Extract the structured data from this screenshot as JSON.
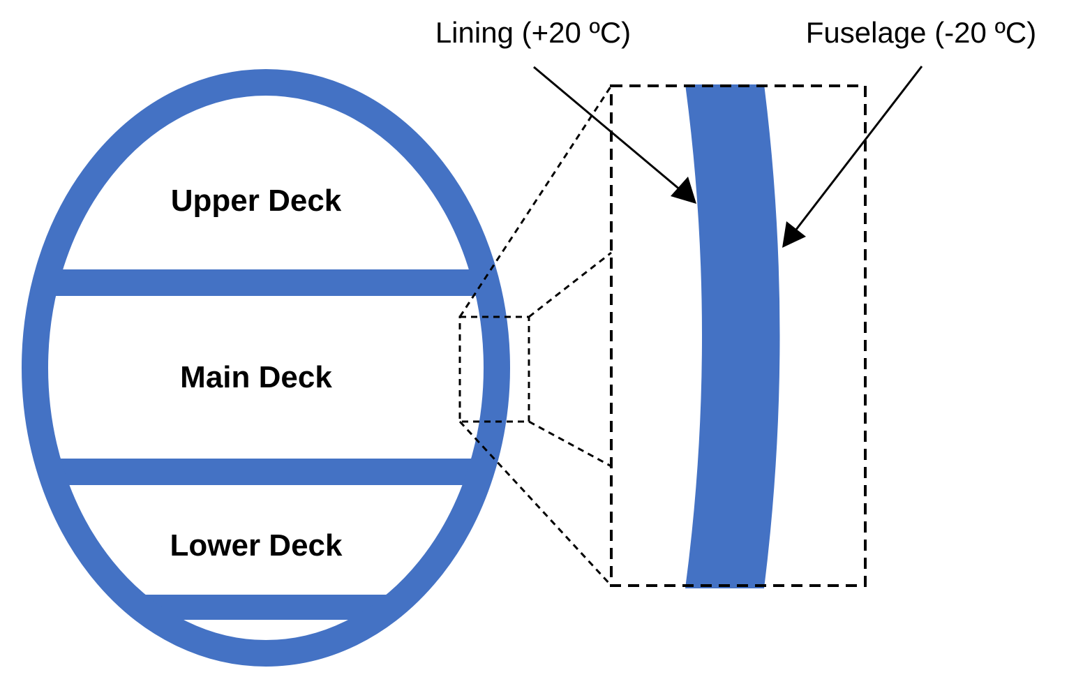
{
  "colors": {
    "fuselage": "#4472C4",
    "line": "#000000",
    "background": "#FFFFFF"
  },
  "decks": {
    "upper": "Upper Deck",
    "main": "Main Deck",
    "lower": "Lower Deck"
  },
  "callouts": {
    "lining": "Lining (+20 ºC)",
    "fuselage": "Fuselage (-20 ºC)"
  }
}
